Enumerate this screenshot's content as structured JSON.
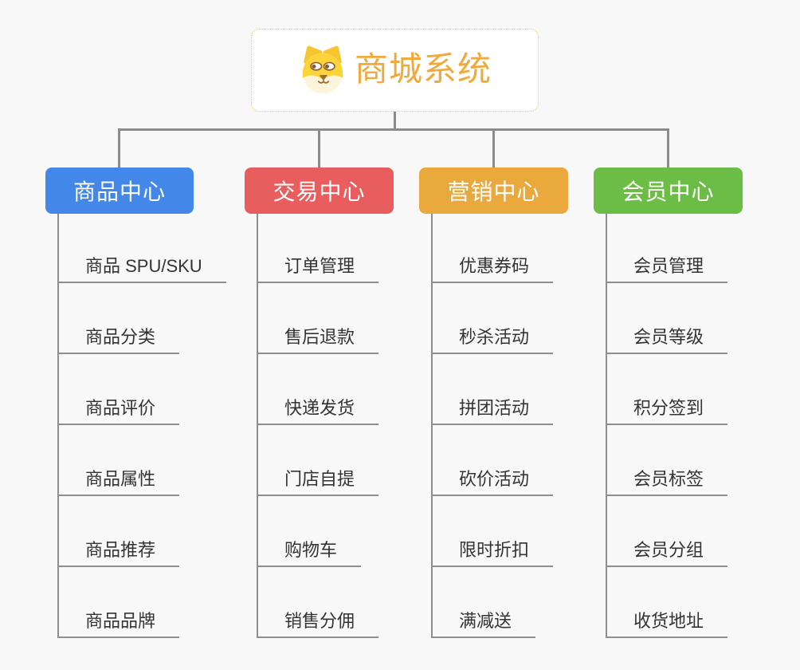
{
  "page": {
    "background": "#F8F8F8",
    "connector_color": "#8C8C8C"
  },
  "root": {
    "title": "商城系统",
    "title_color": "#F0A93C",
    "border_color": "#F2C269",
    "icon": "dog-face-icon"
  },
  "branches": [
    {
      "label": "商品中心",
      "color": "#4387E8",
      "items": [
        "商品 SPU/SKU",
        "商品分类",
        "商品评价",
        "商品属性",
        "商品推荐",
        "商品品牌"
      ]
    },
    {
      "label": "交易中心",
      "color": "#E85D5D",
      "items": [
        "订单管理",
        "售后退款",
        "快递发货",
        "门店自提",
        "购物车",
        "销售分佣"
      ]
    },
    {
      "label": "营销中心",
      "color": "#E9A93D",
      "items": [
        "优惠券码",
        "秒杀活动",
        "拼团活动",
        "砍价活动",
        "限时折扣",
        "满减送"
      ]
    },
    {
      "label": "会员中心",
      "color": "#6CBD45",
      "items": [
        "会员管理",
        "会员等级",
        "积分签到",
        "会员标签",
        "会员分组",
        "收货地址"
      ]
    }
  ]
}
